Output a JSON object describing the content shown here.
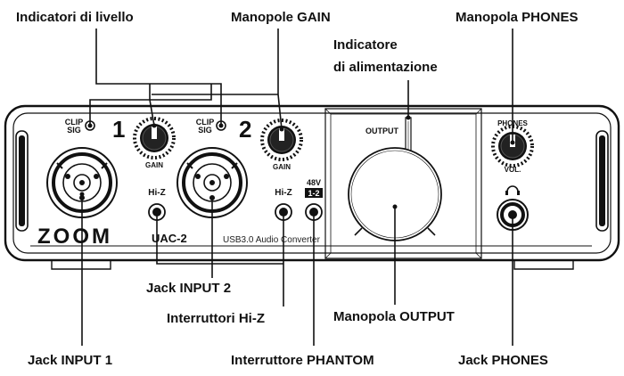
{
  "callouts": {
    "level_indicators": "Indicatori di livello",
    "gain_knobs": "Manopole GAIN",
    "phones_knob": "Manopola PHONES",
    "power_indicator_line1": "Indicatore",
    "power_indicator_line2": "di alimentazione",
    "input2_jack": "Jack INPUT 2",
    "hiz_switches": "Interruttori Hi-Z",
    "output_knob": "Manopola OUTPUT",
    "input1_jack": "Jack INPUT 1",
    "phantom_switch": "Interruttore PHANTOM",
    "phones_jack": "Jack PHONES"
  },
  "device": {
    "brand": "ZOOM",
    "model": "UAC-2",
    "subtitle": "USB3.0 Audio Converter",
    "ch1_number": "1",
    "ch2_number": "2",
    "clip": "CLIP",
    "sig": "SIG",
    "gain": "GAIN",
    "hiz": "Hi-Z",
    "phantom_voltage": "48V",
    "phantom_channels": "1-2",
    "output": "OUTPUT",
    "phones": "PHONES",
    "vol": "VOL."
  }
}
